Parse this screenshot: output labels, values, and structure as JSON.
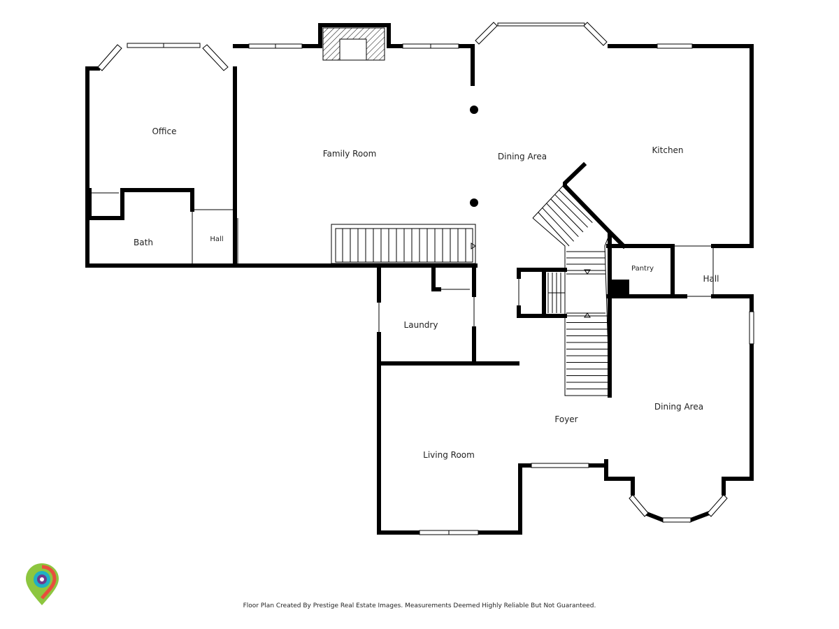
{
  "rooms": {
    "office": "Office",
    "family_room": "Family Room",
    "dining_area_upper": "Dining Area",
    "kitchen": "Kitchen",
    "bath": "Bath",
    "hall_left": "Hall",
    "pantry": "Pantry",
    "hall_right": "Hall",
    "laundry": "Laundry",
    "dining_area_lower": "Dining Area",
    "foyer": "Foyer",
    "living_room": "Living Room"
  },
  "footer_text": "Floor Plan Created By Prestige Real Estate Images. Measurements Deemed Highly Reliable But Not Guaranteed.",
  "logo": {
    "icon": "location-pin-eye-icon",
    "colors": [
      "#8dc63f",
      "#e84e3c",
      "#1fb0c4",
      "#6d3a8c"
    ]
  }
}
